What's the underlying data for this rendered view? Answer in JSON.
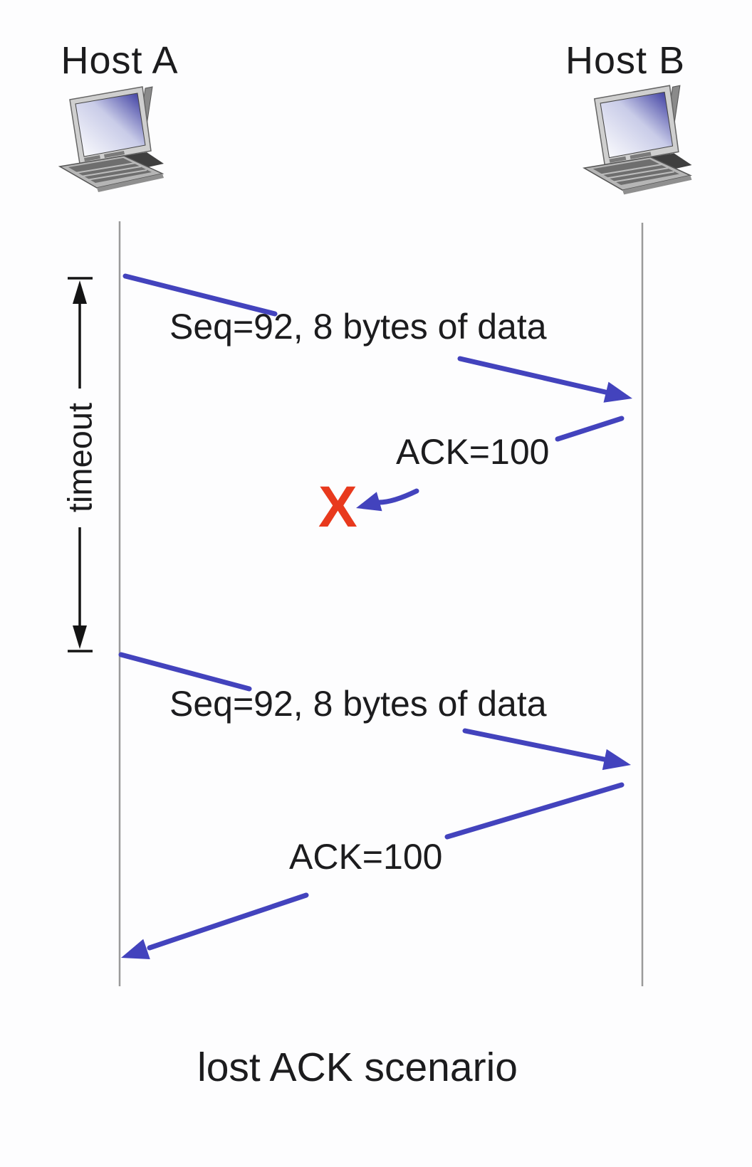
{
  "diagram": {
    "host_a_label": "Host A",
    "host_b_label": "Host B",
    "timeout_label": "timeout",
    "seq1_label": "Seq=92, 8 bytes of data",
    "ack1_label": "ACK=100",
    "seq2_label": "Seq=92, 8 bytes of data",
    "ack2_label": "ACK=100",
    "loss_marker": "X",
    "caption": "lost ACK scenario"
  },
  "colors": {
    "arrow_blue": "#4343bd",
    "loss_red": "#e8391d",
    "text_dark": "#1c1c1e",
    "timeline_gray": "#9a9a9a",
    "timeout_black": "#141414",
    "screen_blue": "#31319b"
  }
}
